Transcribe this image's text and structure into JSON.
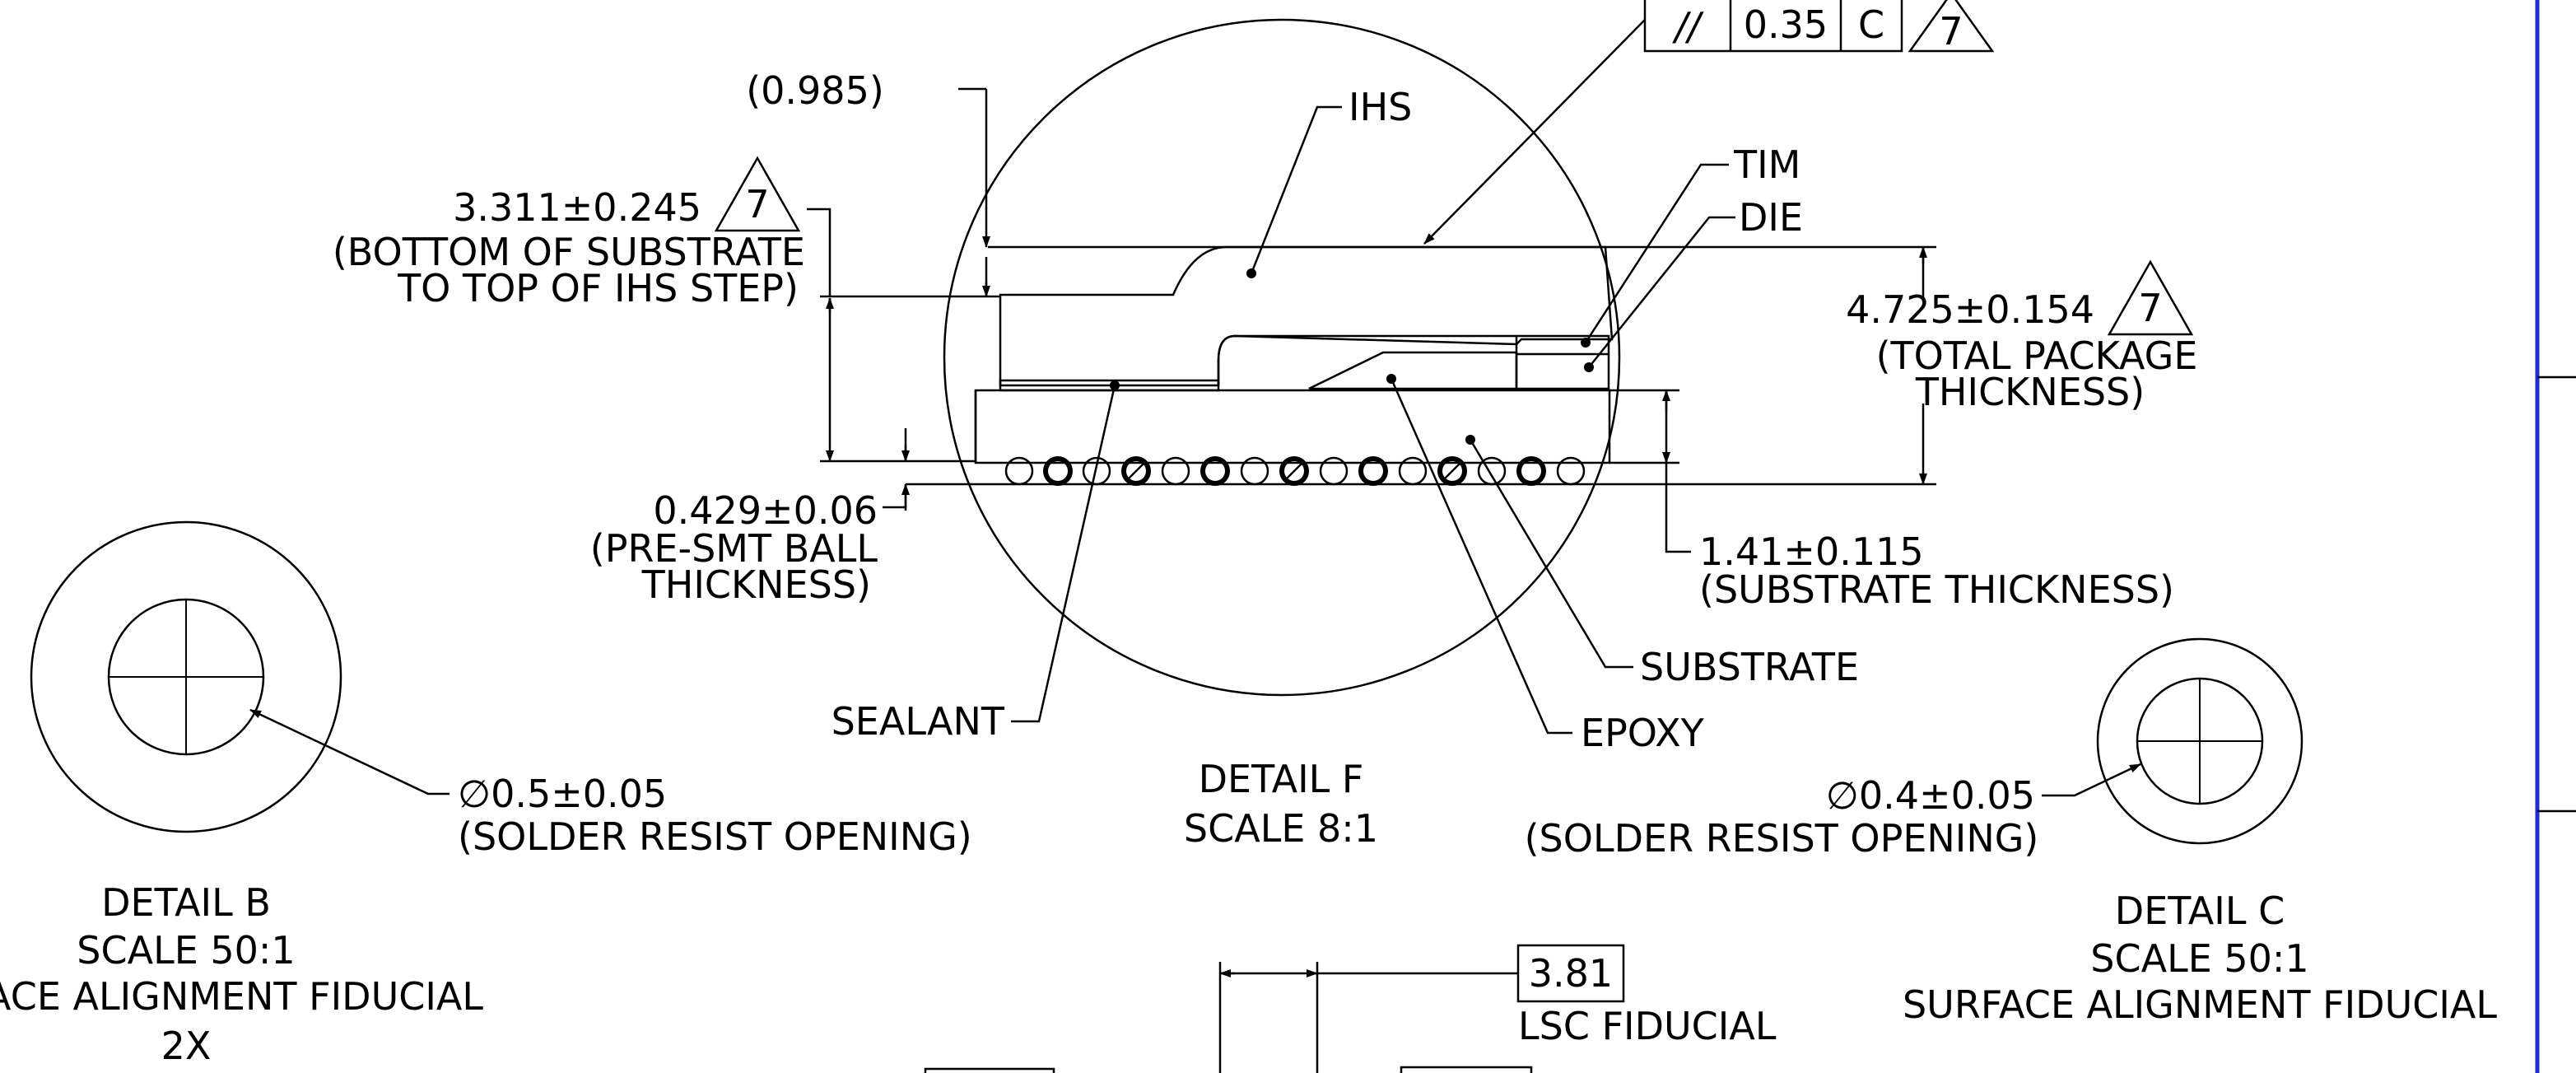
{
  "gdt": {
    "parallel_symbol": "//",
    "tolerance": "0.35",
    "datum": "C",
    "note_flag": "7"
  },
  "detail_f": {
    "ref_dim": "(0.985)",
    "ihs_label": "IHS",
    "tim_label": "TIM",
    "die_label": "DIE",
    "step_dim": "3.311±0.245",
    "step_flag": "7",
    "step_desc_1": "(BOTTOM OF SUBSTRATE",
    "step_desc_2": "TO TOP OF IHS STEP)",
    "total_dim": "4.725±0.154",
    "total_flag": "7",
    "total_desc_1": "(TOTAL PACKAGE",
    "total_desc_2": "THICKNESS)",
    "ball_dim": "0.429±0.06",
    "ball_desc_1": "(PRE-SMT BALL",
    "ball_desc_2": "THICKNESS)",
    "substrate_dim": "1.41±0.115",
    "substrate_desc": "(SUBSTRATE THICKNESS)",
    "substrate_label": "SUBSTRATE",
    "sealant_label": "SEALANT",
    "epoxy_label": "EPOXY",
    "title": "DETAIL F",
    "scale": "SCALE 8:1"
  },
  "detail_b": {
    "dim": "∅0.5±0.05",
    "desc": "(SOLDER RESIST OPENING)",
    "title": "DETAIL B",
    "scale": "SCALE 50:1",
    "caption": "SURFACE ALIGNMENT FIDUCIAL",
    "qty": "2X"
  },
  "detail_c": {
    "dim": "∅0.4±0.05",
    "desc": "(SOLDER RESIST OPENING)",
    "title": "DETAIL C",
    "scale": "SCALE 50:1",
    "caption": "SURFACE ALIGNMENT FIDUCIAL"
  },
  "bottom": {
    "basic_dim": "3.81",
    "fiducial_label": "LSC FIDUCIAL"
  }
}
